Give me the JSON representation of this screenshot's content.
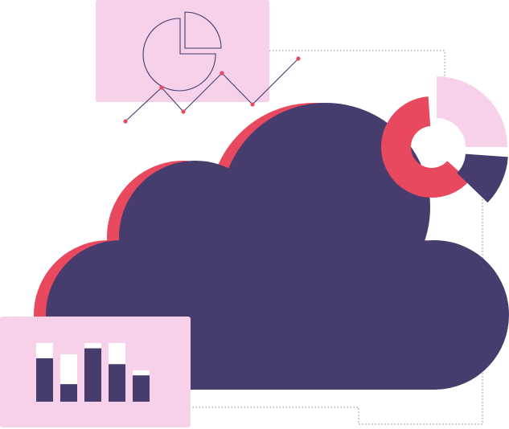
{
  "colors": {
    "panel_pink": "#f6d1e9",
    "cloud_purple": "#463c6d",
    "accent_red": "#e8495e",
    "bar_empty": "#ffffff",
    "dotted_line": "#9a95ad"
  },
  "icons": {
    "cloud": "cloud-icon",
    "pie_chart": "pie-chart-icon",
    "line_chart": "line-chart-icon",
    "donut_chart": "donut-chart-icon",
    "bar_chart": "bar-chart-icon"
  },
  "bar_chart": {
    "fill_fractions": [
      0.74,
      0.37,
      0.91,
      0.64,
      0.84
    ]
  },
  "donut_chart": {
    "segments": [
      "red",
      "pink",
      "purple"
    ]
  }
}
